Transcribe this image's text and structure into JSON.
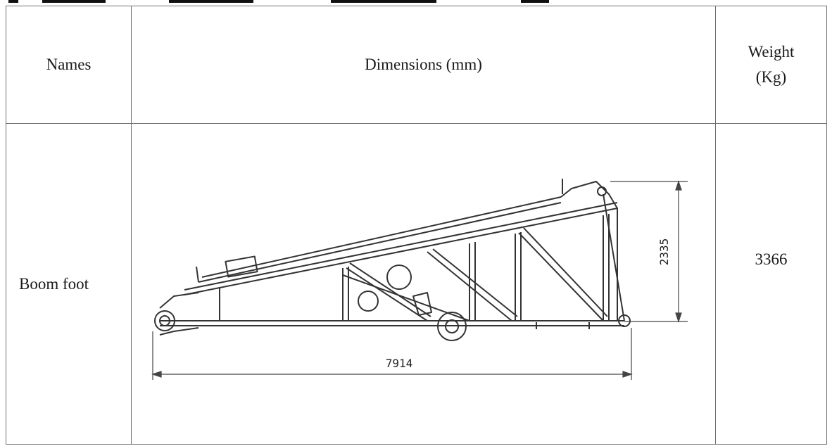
{
  "table": {
    "headers": {
      "names": "Names",
      "dimensions": "Dimensions (mm)",
      "weight_line1": "Weight",
      "weight_line2": "(Kg)"
    },
    "rows": [
      {
        "name": "Boom foot",
        "weight": "3366",
        "drawing": {
          "length_label": "7914",
          "height_label": "2335"
        }
      }
    ]
  }
}
